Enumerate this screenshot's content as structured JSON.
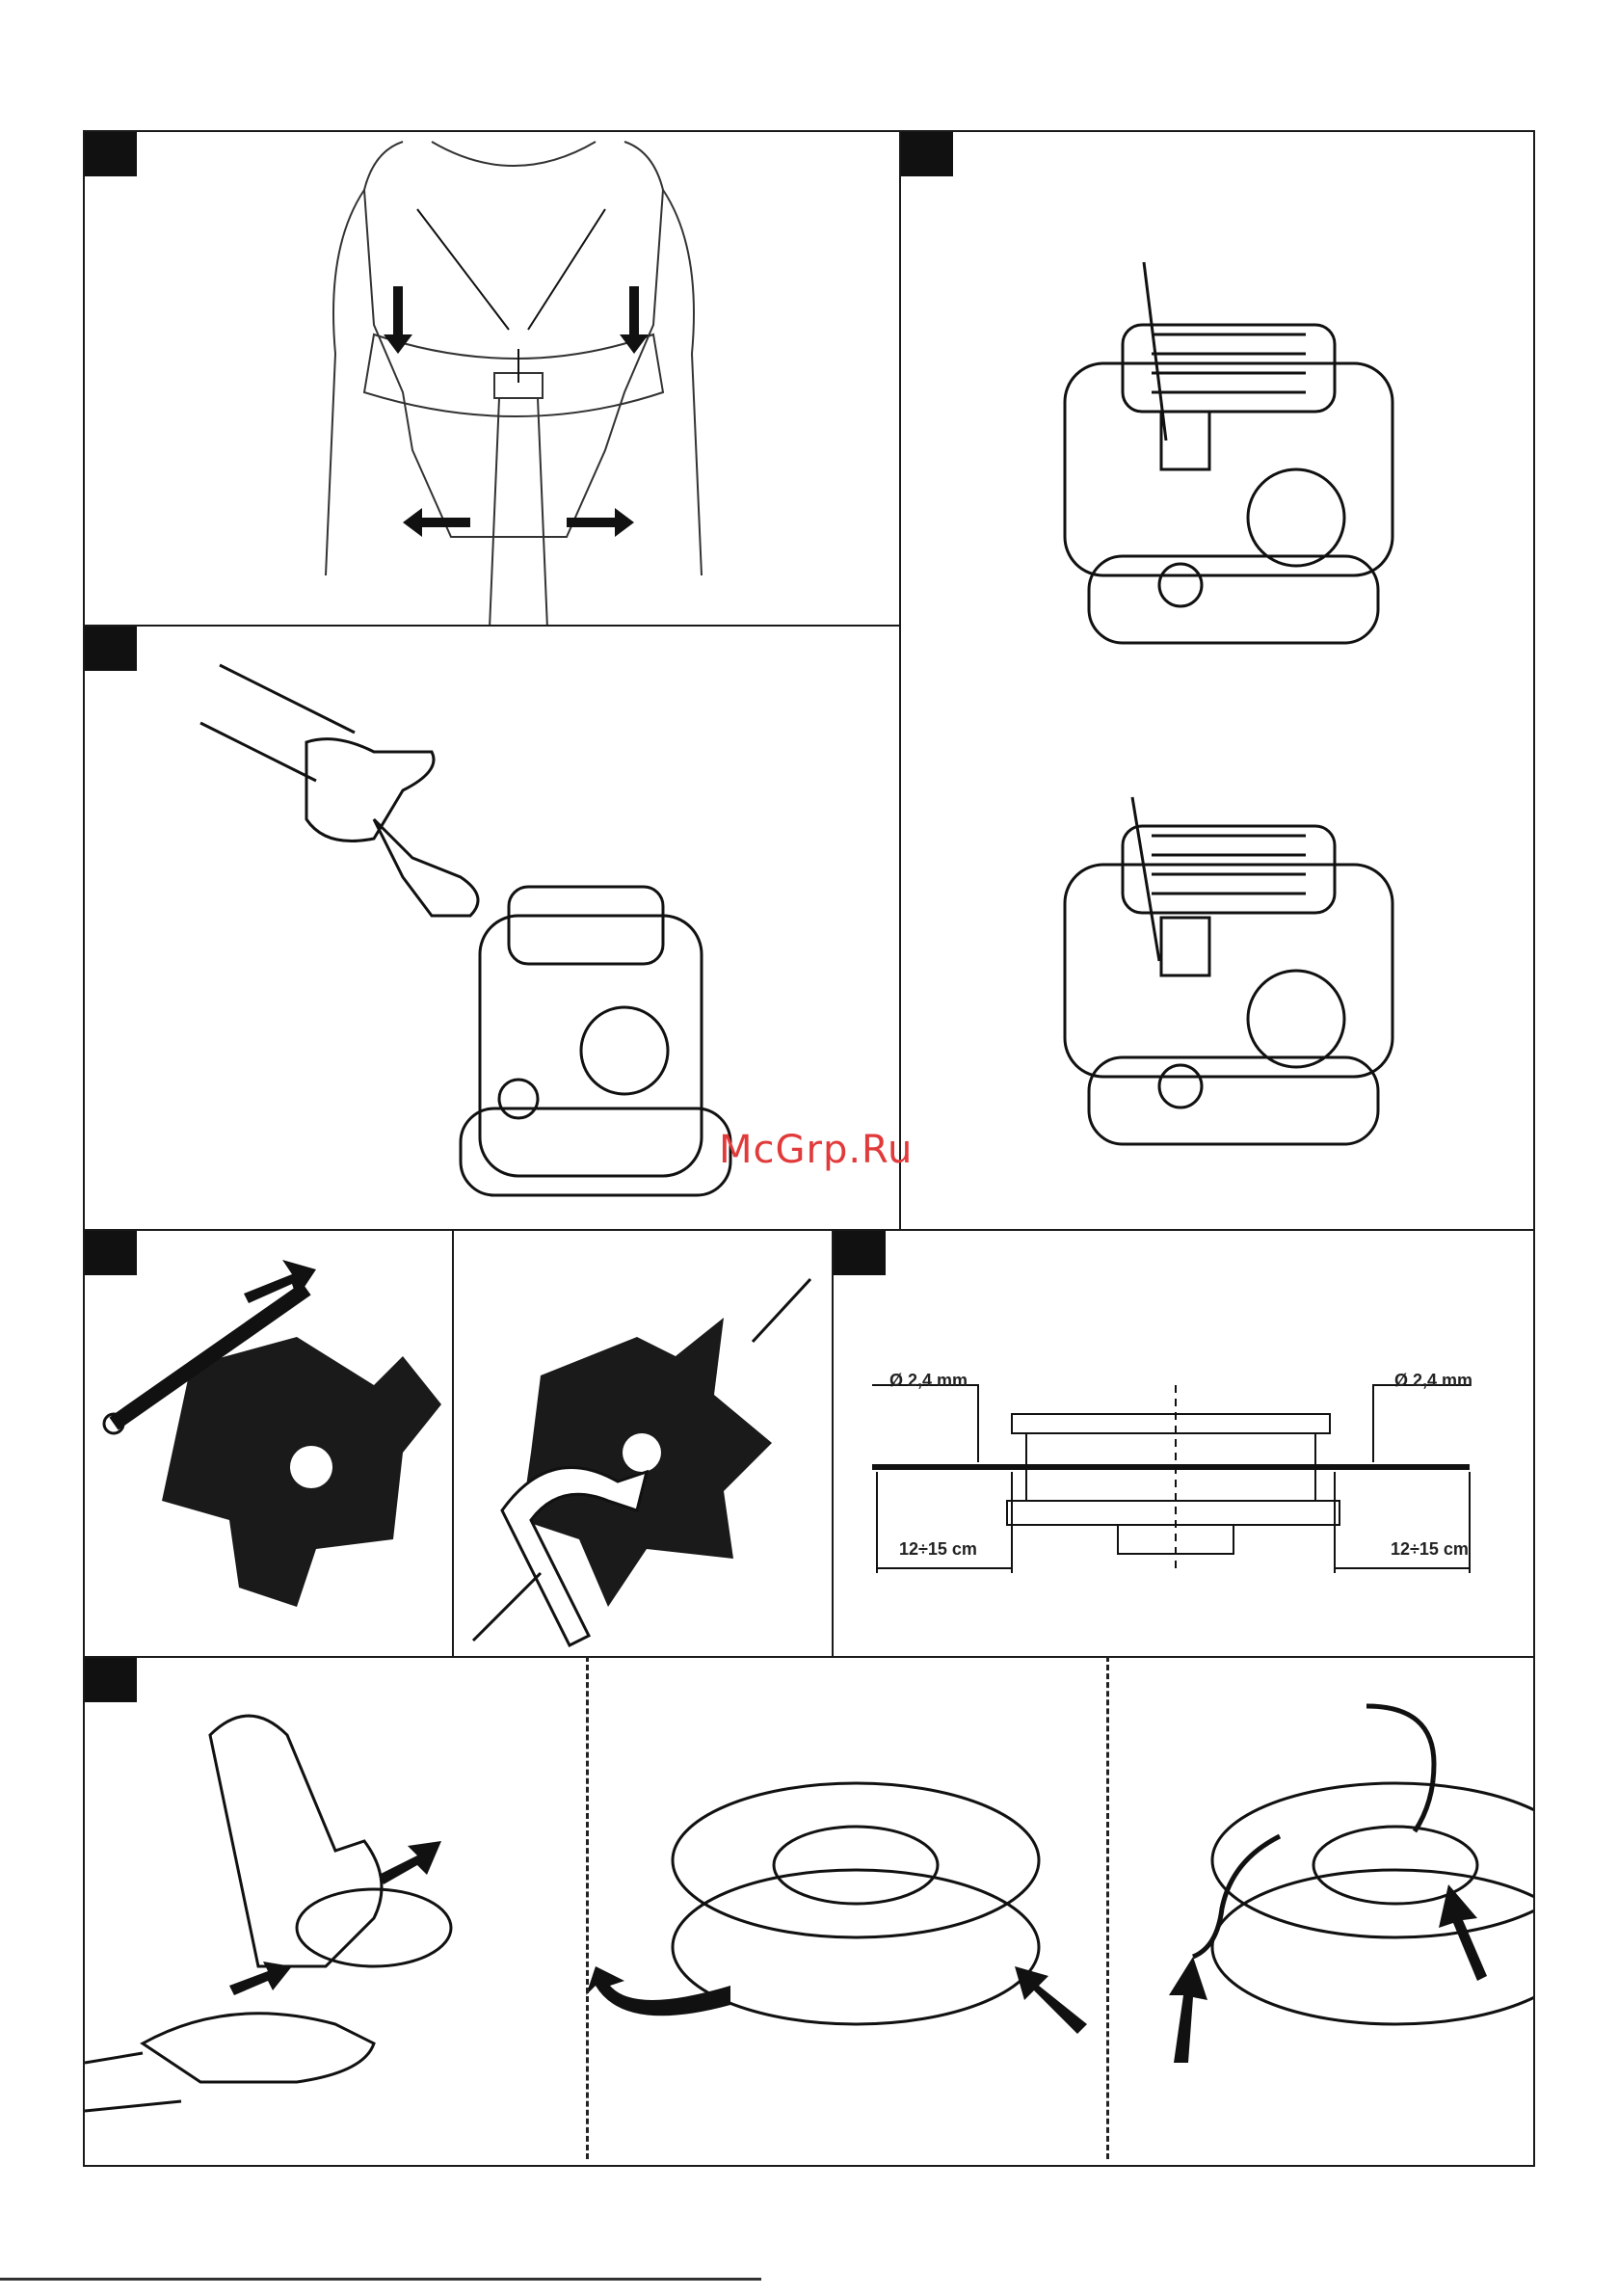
{
  "watermark": "McGrp.Ru",
  "line_spec": {
    "diameter_left": "Ø 2,4 mm",
    "diameter_right": "Ø 2,4 mm",
    "length_left": "12÷15 cm",
    "length_right": "12÷15 cm"
  },
  "colors": {
    "ink": "#111111",
    "watermark": "#e13a3a",
    "border": "#1a1a1a"
  }
}
